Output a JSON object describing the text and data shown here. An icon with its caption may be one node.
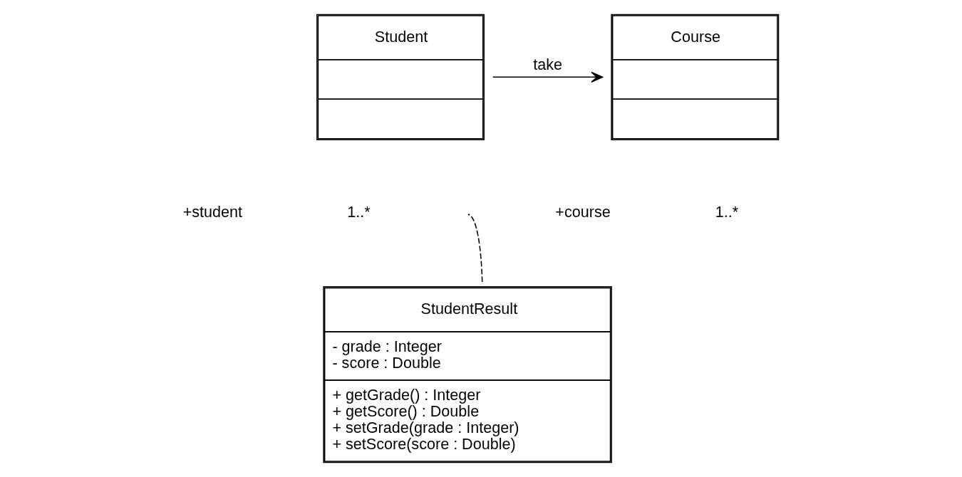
{
  "diagram": {
    "nodes": [
      {
        "text": [
          "Student"
        ]
      },
      {
        "text": [
          "Course"
        ]
      },
      {
        "text": [
          "StudentResult",
          "- grade : Integer",
          "- score : Double",
          "+ getGrade() : Integer",
          "+ getScore() : Double",
          "+ setGrade(grade : Integer)",
          "+ setScore(score : Double)"
        ]
      }
    ],
    "edges": [
      {
        "from": 0,
        "to": 1,
        "label": "take",
        "arrow": "to"
      },
      {
        "from": 2,
        "to": null,
        "arrow": "none",
        "style": "dashed"
      }
    ],
    "labels": [
      "+student",
      "1..*",
      "+course",
      "1..*"
    ]
  }
}
